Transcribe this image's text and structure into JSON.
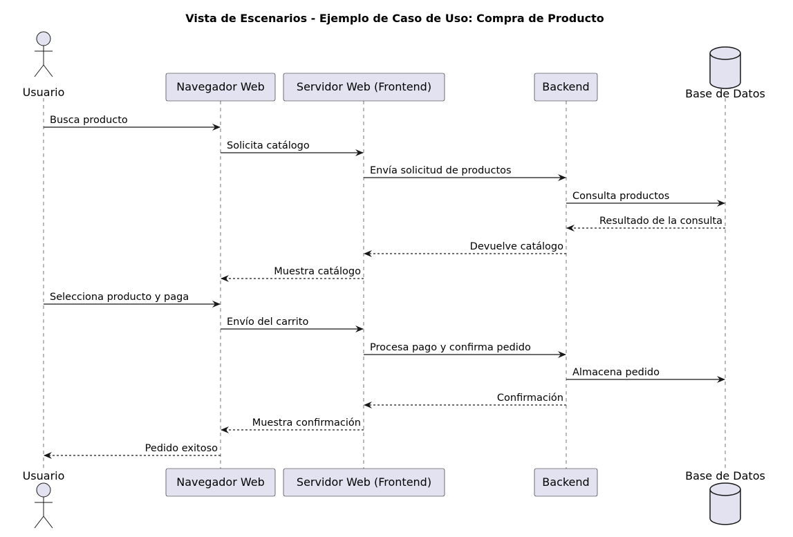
{
  "title": "Vista de Escenarios - Ejemplo de Caso de Uso: Compra de Producto",
  "participants": [
    {
      "id": "usuario",
      "label": "Usuario",
      "kind": "actor"
    },
    {
      "id": "navegador",
      "label": "Navegador Web",
      "kind": "box"
    },
    {
      "id": "servidor",
      "label": "Servidor Web (Frontend)",
      "kind": "box"
    },
    {
      "id": "backend",
      "label": "Backend",
      "kind": "box"
    },
    {
      "id": "bd",
      "label": "Base de Datos",
      "kind": "database"
    }
  ],
  "messages": [
    {
      "from": "usuario",
      "to": "navegador",
      "label": "Busca producto",
      "style": "solid"
    },
    {
      "from": "navegador",
      "to": "servidor",
      "label": "Solicita catálogo",
      "style": "solid"
    },
    {
      "from": "servidor",
      "to": "backend",
      "label": "Envía solicitud de productos",
      "style": "solid"
    },
    {
      "from": "backend",
      "to": "bd",
      "label": "Consulta productos",
      "style": "solid"
    },
    {
      "from": "bd",
      "to": "backend",
      "label": "Resultado de la consulta",
      "style": "dashed"
    },
    {
      "from": "backend",
      "to": "servidor",
      "label": "Devuelve catálogo",
      "style": "dashed"
    },
    {
      "from": "servidor",
      "to": "navegador",
      "label": "Muestra catálogo",
      "style": "dashed"
    },
    {
      "from": "usuario",
      "to": "navegador",
      "label": "Selecciona producto y paga",
      "style": "solid"
    },
    {
      "from": "navegador",
      "to": "servidor",
      "label": "Envío del carrito",
      "style": "solid"
    },
    {
      "from": "servidor",
      "to": "backend",
      "label": "Procesa pago y confirma pedido",
      "style": "solid"
    },
    {
      "from": "backend",
      "to": "bd",
      "label": "Almacena pedido",
      "style": "solid"
    },
    {
      "from": "backend",
      "to": "servidor",
      "label": "Confirmación",
      "style": "dashed"
    },
    {
      "from": "servidor",
      "to": "navegador",
      "label": "Muestra confirmación",
      "style": "dashed"
    },
    {
      "from": "navegador",
      "to": "usuario",
      "label": "Pedido exitoso",
      "style": "dashed"
    }
  ]
}
